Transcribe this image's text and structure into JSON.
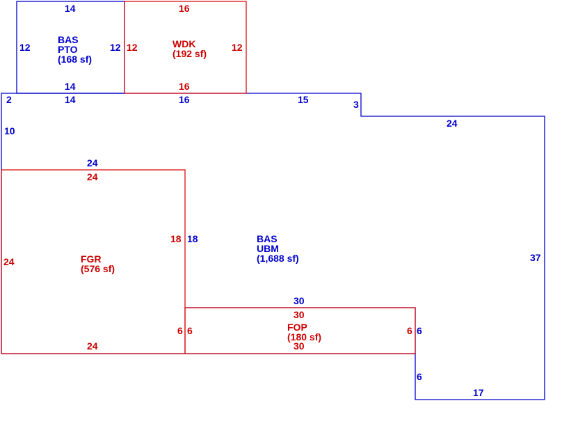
{
  "areas": {
    "pto": {
      "code": "BAS",
      "sub": "PTO",
      "area": "(168 sf)",
      "color": "#0000cc"
    },
    "wdk": {
      "code": "WDK",
      "area": "(192 sf)",
      "color": "#cc0000"
    },
    "ubm": {
      "code": "BAS",
      "sub": "UBM",
      "area": "(1,688 sf)",
      "color": "#0000cc"
    },
    "fgr": {
      "code": "FGR",
      "area": "(576 sf)",
      "color": "#cc0000"
    },
    "fop": {
      "code": "FOP",
      "area": "(180 sf)",
      "color": "#cc0000"
    }
  },
  "dimensions": {
    "pto_top": "14",
    "pto_left": "12",
    "pto_right": "12",
    "pto_bottom": "14",
    "wdk_top": "16",
    "wdk_left": "12",
    "wdk_right": "12",
    "wdk_bottom": "16",
    "main_left_top": "2",
    "main_top_a": "14",
    "main_top_b": "16",
    "main_top_c": "15",
    "main_step": "3",
    "main_top_right": "24",
    "main_left_upper": "10",
    "main_fgr_top": "24",
    "main_fgr_right": "18",
    "main_right": "37",
    "main_fop_top": "30",
    "main_fop_right": "6",
    "main_lower_left": "6",
    "main_bottom": "17",
    "fgr_top": "24",
    "fgr_left": "24",
    "fgr_right_upper": "18",
    "fgr_right_lower": "6",
    "fgr_bottom": "24",
    "fop_top": "30",
    "fop_left": "6",
    "fop_right": "6",
    "fop_bottom": "30"
  }
}
